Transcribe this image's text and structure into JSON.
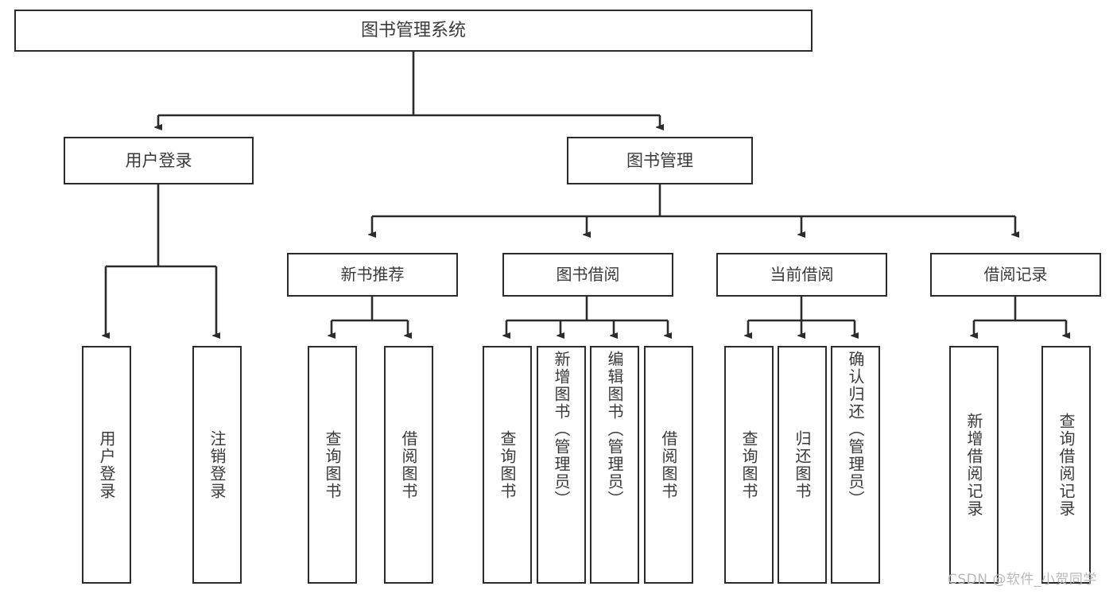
{
  "diagram": {
    "title": "图书管理系统",
    "root": {
      "label": "图书管理系统"
    },
    "level2": [
      {
        "label": "用户登录"
      },
      {
        "label": "图书管理"
      }
    ],
    "level3": [
      {
        "label": "新书推荐"
      },
      {
        "label": "图书借阅"
      },
      {
        "label": "当前借阅"
      },
      {
        "label": "借阅记录"
      }
    ],
    "leaves": {
      "user_login": [
        {
          "label": "用户登录"
        },
        {
          "label": "注销登录"
        }
      ],
      "new_book_recommend": [
        {
          "label": "查询图书"
        },
        {
          "label": "借阅图书"
        }
      ],
      "book_borrow": [
        {
          "label": "查询图书"
        },
        {
          "label": "新增图书（管理员）"
        },
        {
          "label": "编辑图书（管理员）"
        },
        {
          "label": "借阅图书"
        }
      ],
      "current_borrow": [
        {
          "label": "查询图书"
        },
        {
          "label": "归还图书"
        },
        {
          "label": "确认归还（管理员）"
        }
      ],
      "borrow_record": [
        {
          "label": "新增借阅记录"
        },
        {
          "label": "查询借阅记录"
        }
      ]
    }
  },
  "watermark": {
    "text": "CSDN @软件_小贺同学"
  },
  "colors": {
    "stroke": "#2b2b2b",
    "text": "#3a3a3a",
    "background": "#ffffff",
    "watermark": "#b9b9b9"
  }
}
